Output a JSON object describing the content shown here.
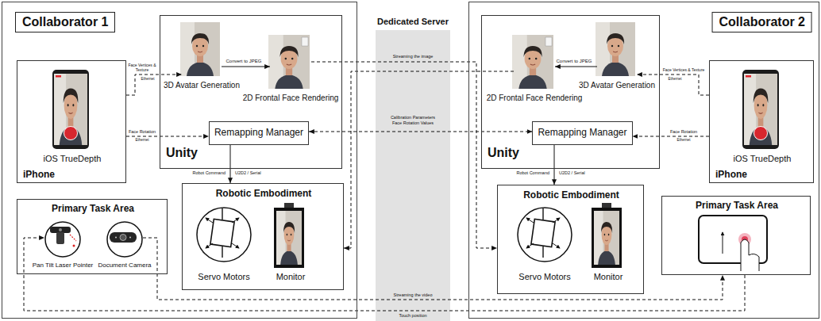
{
  "diagram": {
    "nodes": [
      {
        "text": [
          "Collaborator 1"
        ]
      },
      {
        "text": [
          "Unity"
        ],
        "in": 0
      },
      {
        "text": [
          "3D Avatar Generation"
        ],
        "in": 1
      },
      {
        "text": [
          "2D Frontal Face Rendering"
        ],
        "in": 1
      },
      {
        "text": [
          "Remapping Manager"
        ],
        "in": 1
      },
      {
        "text": [
          "iOS TrueDepth",
          "iPhone"
        ],
        "in": 0
      },
      {
        "text": [
          "Robotic Embodiment"
        ],
        "in": 0
      },
      {
        "text": [
          "Servo Motors"
        ],
        "in": 6
      },
      {
        "text": [
          "Monitor"
        ],
        "in": 6
      },
      {
        "text": [
          "Primary Task Area"
        ],
        "in": 0
      },
      {
        "text": [
          "Pan Tilt Laser Pointer"
        ],
        "in": 9
      },
      {
        "text": [
          "Document Camera"
        ],
        "in": 9
      },
      {
        "text": [
          "Dedicated Server"
        ]
      },
      {
        "text": [
          "Collaborator 2"
        ]
      },
      {
        "text": [
          "Unity"
        ],
        "in": 13
      },
      {
        "text": [
          "2D Frontal Face Rendering"
        ],
        "in": 14
      },
      {
        "text": [
          "3D Avatar Generation"
        ],
        "in": 14
      },
      {
        "text": [
          "Remapping Manager"
        ],
        "in": 14
      },
      {
        "text": [
          "iOS TrueDepth",
          "iPhone"
        ],
        "in": 13
      },
      {
        "text": [
          "Robotic Embodiment"
        ],
        "in": 13
      },
      {
        "text": [
          "Servo Motors"
        ],
        "in": 19
      },
      {
        "text": [
          "Monitor"
        ],
        "in": 19
      },
      {
        "text": [
          "Primary Task Area"
        ],
        "in": 13
      }
    ],
    "edges": [
      {
        "from": 5,
        "to": 2,
        "arrow": "to",
        "label": "Face Vertices & Texture"
      },
      {
        "from": 5,
        "to": 4,
        "arrow": "to",
        "label": "Face Rotation"
      },
      {
        "from": 2,
        "to": 3,
        "arrow": "to",
        "label": "Convert to JPEG"
      },
      {
        "from": 4,
        "to": 6,
        "arrow": "to",
        "label": "Robot Command"
      },
      {
        "from": 3,
        "to": 19,
        "arrow": "to",
        "label": "Streaming the image"
      },
      {
        "from": 4,
        "to": 17,
        "arrow": "both",
        "label": "Calibration Parameters Face Rotation Values"
      },
      {
        "from": 15,
        "to": 6,
        "arrow": "to"
      },
      {
        "from": 18,
        "to": 16,
        "arrow": "to",
        "label": "Face Vertices & Texture"
      },
      {
        "from": 18,
        "to": 17,
        "arrow": "to",
        "label": "Face Rotation"
      },
      {
        "from": 16,
        "to": 15,
        "arrow": "to",
        "label": "Convert to JPEG"
      },
      {
        "from": 17,
        "to": 19,
        "arrow": "to",
        "label": "Robot Command"
      },
      {
        "from": 11,
        "to": 22,
        "arrow": "to",
        "label": "Streaming the video"
      },
      {
        "from": 22,
        "to": 10,
        "arrow": "to",
        "label": "Touch position"
      }
    ],
    "labels": [
      "Ethernet",
      "Ethernet",
      "U2D2 / Serial",
      "Ethernet",
      "Ethernet",
      "U2D2 / Serial"
    ]
  }
}
